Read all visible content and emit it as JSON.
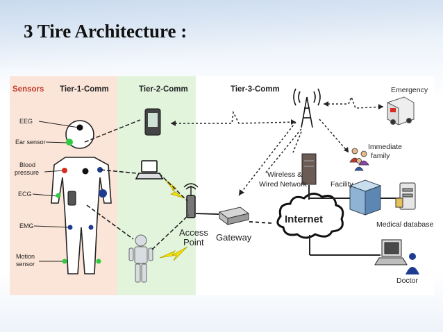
{
  "slide": {
    "title": "3 Tire Architecture :"
  },
  "diagram": {
    "headers": {
      "sensors": "Sensors",
      "tier1": "Tier-1-Comm",
      "tier2": "Tier-2-Comm",
      "tier3": "Tier-3-Comm"
    },
    "sensors": {
      "eeg": "EEG",
      "ear": "Ear sensor",
      "blood1": "Blood",
      "blood2": "pressure",
      "ecg": "ECG",
      "emg": "EMG",
      "motion1": "Motion",
      "motion2": "sensor"
    },
    "nodes": {
      "access1": "Access",
      "access2": "Point",
      "gateway": "Gateway",
      "internet": "Internet",
      "wireless1": "Wireless &",
      "wireless2": "Wired Network",
      "emergency": "Emergency",
      "family1": "Immediate",
      "family2": "family",
      "facility": "Facility",
      "meddb": "Medical database",
      "doctor": "Doctor"
    },
    "colors": {
      "tier1_bg": "#fbe5d8",
      "tier2_bg": "#e3f4dd",
      "sensor_header": "#c0392b",
      "node_green": "#2ecc40",
      "node_blue": "#1f3b8f",
      "node_red": "#d62d20"
    }
  }
}
